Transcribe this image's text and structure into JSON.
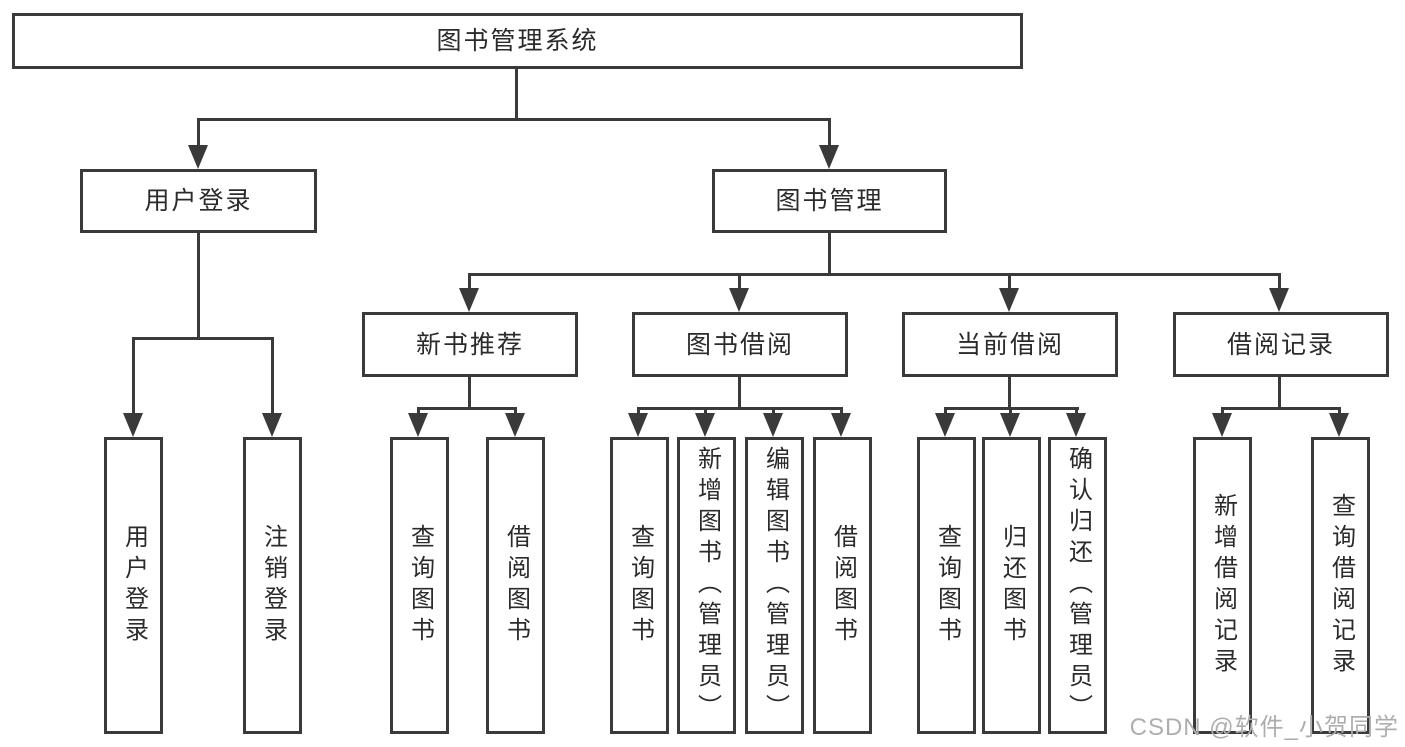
{
  "diagram": {
    "title": "图书管理系统",
    "level2": {
      "user_login": "用户登录",
      "book_management": "图书管理"
    },
    "level3": {
      "new_book_recommend": "新书推荐",
      "book_borrow": "图书借阅",
      "current_borrow": "当前借阅",
      "borrow_records": "借阅记录"
    },
    "leaves": {
      "user_login": "用户登录",
      "logout": "注销登录",
      "nb_query_book": "查询图书",
      "nb_borrow_book": "借阅图书",
      "bb_query_book": "查询图书",
      "bb_add_book_admin": "新增图书（管理员）",
      "bb_edit_book_admin": "编辑图书（管理员）",
      "bb_borrow_book": "借阅图书",
      "cb_query_book": "查询图书",
      "cb_return_book": "归还图书",
      "cb_confirm_return_admin": "确认归还（管理员）",
      "br_add_record": "新增借阅记录",
      "br_query_record": "查询借阅记录"
    },
    "watermark": "CSDN @软件_小贺同学",
    "colors": {
      "line": "#3a3a3a",
      "text": "#2b2b2b",
      "background": "#ffffff",
      "watermark": "#aeaeae"
    }
  }
}
